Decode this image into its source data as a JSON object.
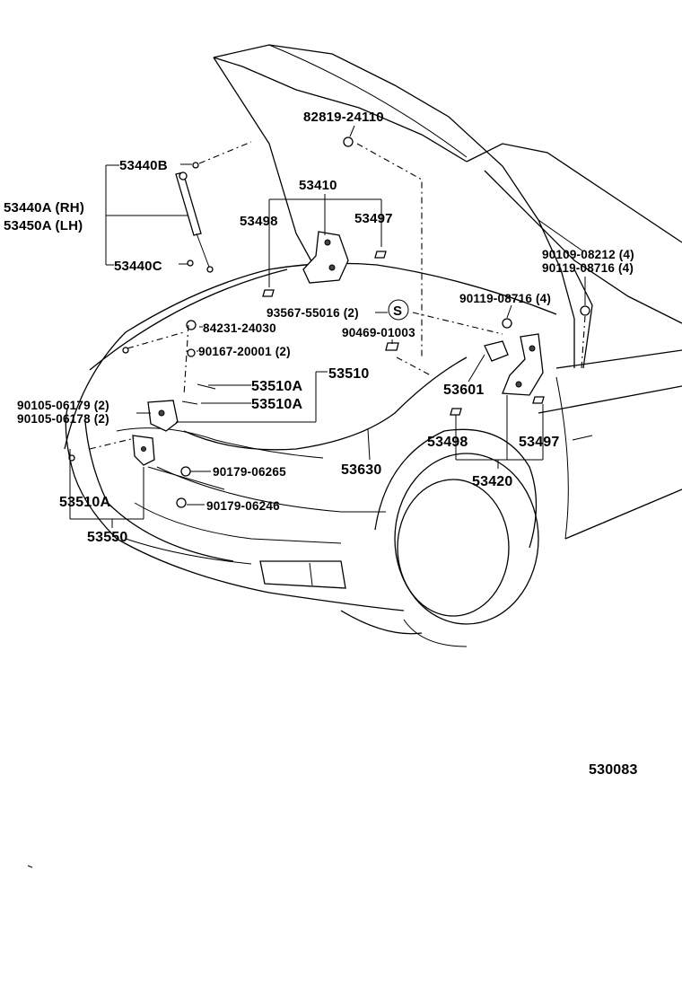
{
  "callouts": {
    "c82819": "82819-24110",
    "c53440B": "53440B",
    "c53440A": "53440A (RH)",
    "c53450A": "53450A (LH)",
    "c53440C": "53440C",
    "c53410": "53410",
    "c53498_top": "53498",
    "c53497_top": "53497",
    "c90109": "90109-08212 (4)",
    "c90119a": "90119-08716 (4)",
    "c90119b": "90119-08716 (4)",
    "c93567": "93567-55016 (2)",
    "c_s": "S",
    "c90469": "90469-01003",
    "c84231": "84231-24030",
    "c90167": "90167-20001 (2)",
    "c53510A_1": "53510A",
    "c53510": "53510",
    "c53510A_2": "53510A",
    "c90105a": "90105-06179 (2)",
    "c90105b": "90105-06178 (2)",
    "c53601": "53601",
    "c53498_low": "53498",
    "c53497_low": "53497",
    "c90179a": "90179-06265",
    "c53630": "53630",
    "c53420": "53420",
    "c53510A_3": "53510A",
    "c90179b": "90179-06246",
    "c53550": "53550"
  },
  "figure_code": "530083"
}
